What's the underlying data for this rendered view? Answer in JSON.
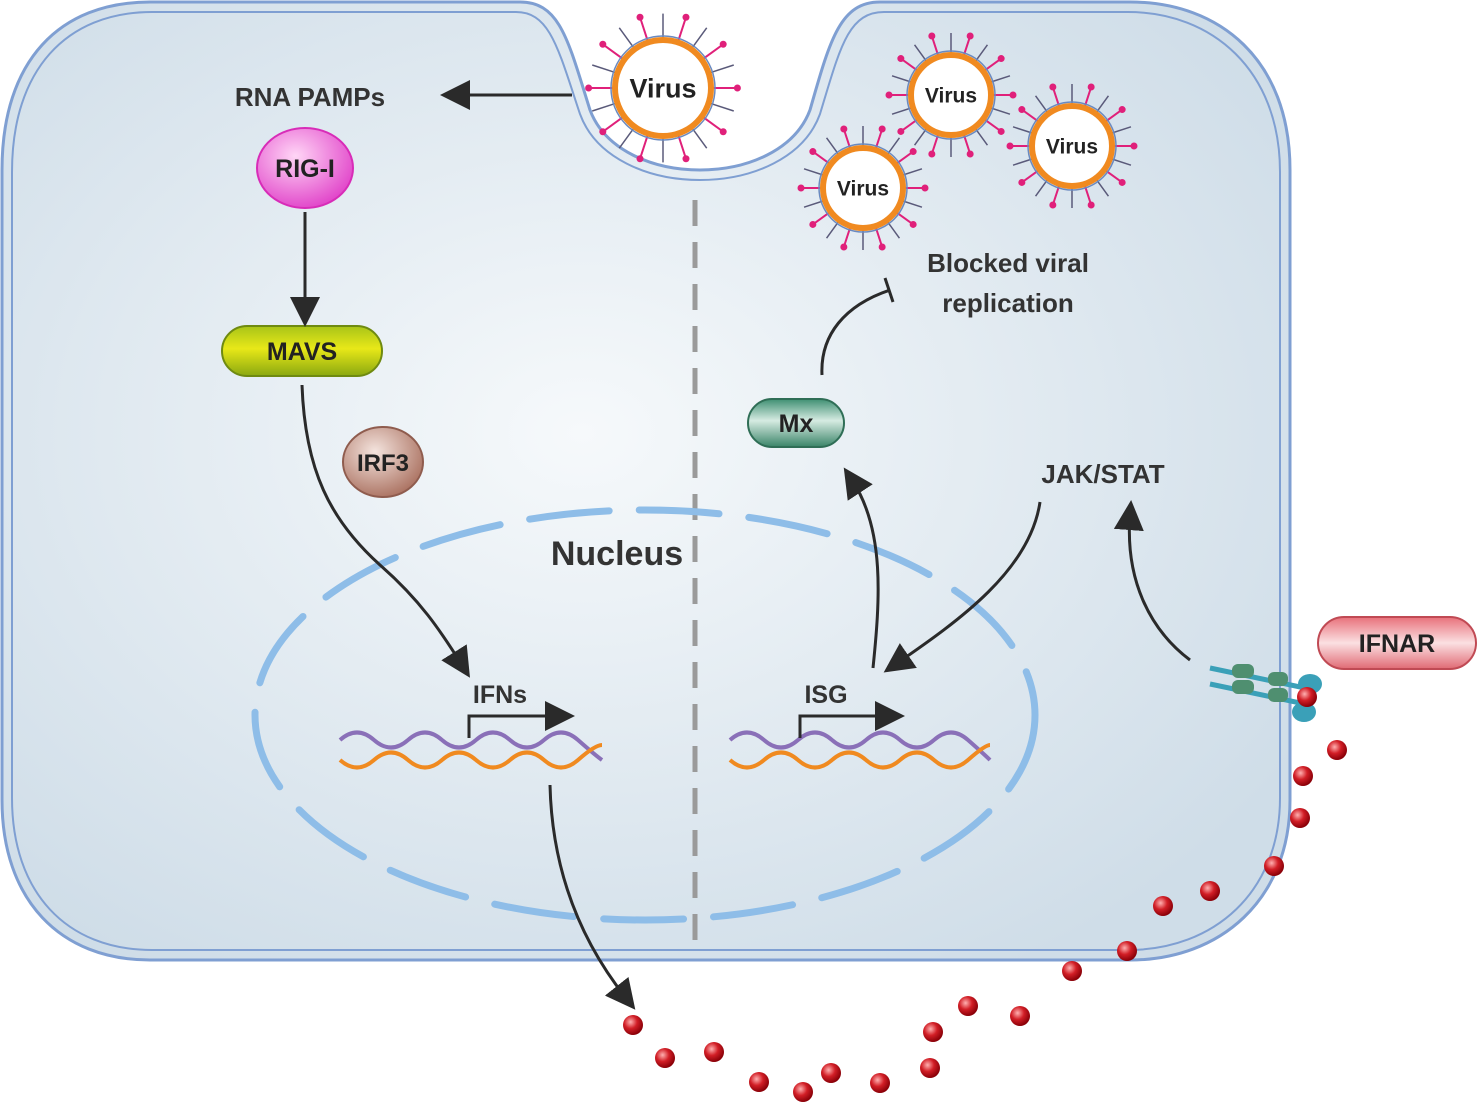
{
  "labels": {
    "rna_pamps": "RNA PAMPs",
    "rig_i": "RIG-I",
    "mavs": "MAVS",
    "irf3": "IRF3",
    "nucleus": "Nucleus",
    "ifns": "IFNs",
    "isg": "ISG",
    "mx": "Mx",
    "jak_stat": "JAK/STAT",
    "ifnar": "IFNAR",
    "blocked_line1": "Blocked viral",
    "blocked_line2": "replication"
  },
  "viruses": [
    {
      "label": "Virus"
    },
    {
      "label": "Virus"
    },
    {
      "label": "Virus"
    },
    {
      "label": "Virus"
    }
  ],
  "colors": {
    "cell_fill": "#dce6ee",
    "cell_stroke": "#7f9fd2",
    "nucleus_dash": "#8ebde8",
    "rig_i": "#e040c8",
    "mavs": "#a8c418",
    "irf3": "#b07a6a",
    "mx": "#3f8f72",
    "ifnar": "#e8707a",
    "interferon_dot": "#c0101a",
    "virus_envelope": "#f08a20",
    "virus_spike": "#e0207a",
    "dna_orange": "#f08a20",
    "dna_purple": "#8a70b8"
  }
}
